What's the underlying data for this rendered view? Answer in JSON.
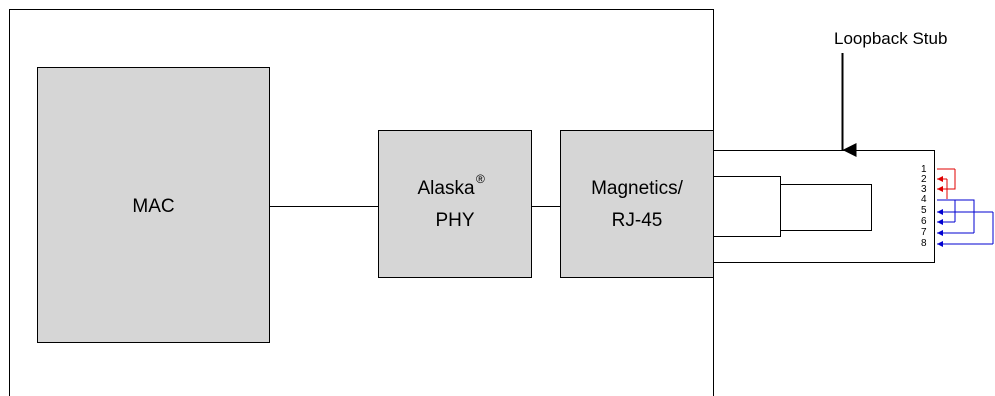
{
  "diagram": {
    "mac": {
      "label": "MAC"
    },
    "phy": {
      "label_line1": "Alaska",
      "trademark": "®",
      "label_line2": "PHY"
    },
    "magnetics": {
      "label_line1": "Magnetics/",
      "label_line2": "RJ-45"
    },
    "callout": {
      "label": "Loopback Stub"
    },
    "pins": [
      "1",
      "2",
      "3",
      "4",
      "5",
      "6",
      "7",
      "8"
    ],
    "colors": {
      "block_fill": "#d6d6d6",
      "line": "#000000",
      "tx_loop": "#e00000",
      "rx_loop": "#0000d0"
    }
  }
}
